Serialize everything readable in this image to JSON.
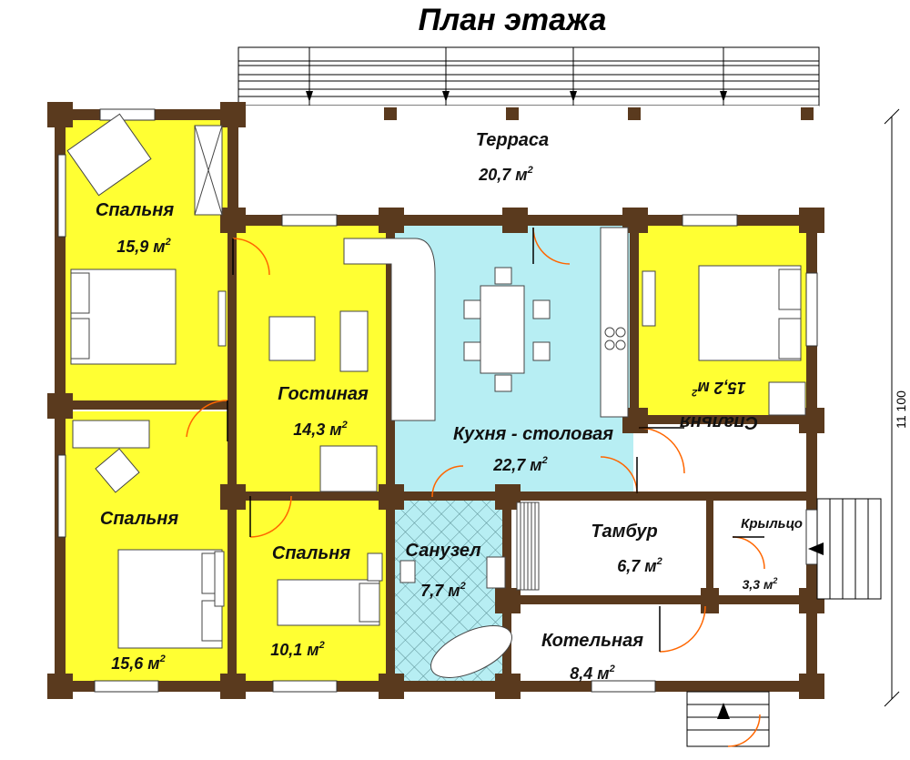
{
  "title": "План этажа",
  "dimension": "11 100",
  "colors": {
    "bedroom": "#ffff33",
    "living": "#ffff33",
    "kitchen": "#b7eef3",
    "bathroom": "#b7eef3",
    "utility": "#ffffff",
    "wall": "#5a3a1e",
    "door": "#ff6600"
  },
  "rooms": [
    {
      "id": "terrace",
      "name": "Терраса",
      "area": "20,7 м",
      "sup": "2"
    },
    {
      "id": "bedroom_nw",
      "name": "Спальня",
      "area": "15,9 м",
      "sup": "2"
    },
    {
      "id": "living",
      "name": "Гостиная",
      "area": "14,3 м",
      "sup": "2"
    },
    {
      "id": "kitchen",
      "name": "Кухня - столовая",
      "area": "22,7 м",
      "sup": "2"
    },
    {
      "id": "bedroom_ne",
      "name": "Спальня",
      "area": "15,2 м",
      "sup": "2"
    },
    {
      "id": "bedroom_sw",
      "name": "Спальня",
      "area": "15,6 м",
      "sup": "2"
    },
    {
      "id": "bedroom_s",
      "name": "Спальня",
      "area": "10,1 м",
      "sup": "2"
    },
    {
      "id": "bathroom",
      "name": "Санузел",
      "area": "7,7 м",
      "sup": "2"
    },
    {
      "id": "vestibule",
      "name": "Тамбур",
      "area": "6,7 м",
      "sup": "2"
    },
    {
      "id": "porch",
      "name": "Крыльцо",
      "area": "3,3 м",
      "sup": "2"
    },
    {
      "id": "boiler",
      "name": "Котельная",
      "area": "8,4 м",
      "sup": "2"
    }
  ]
}
